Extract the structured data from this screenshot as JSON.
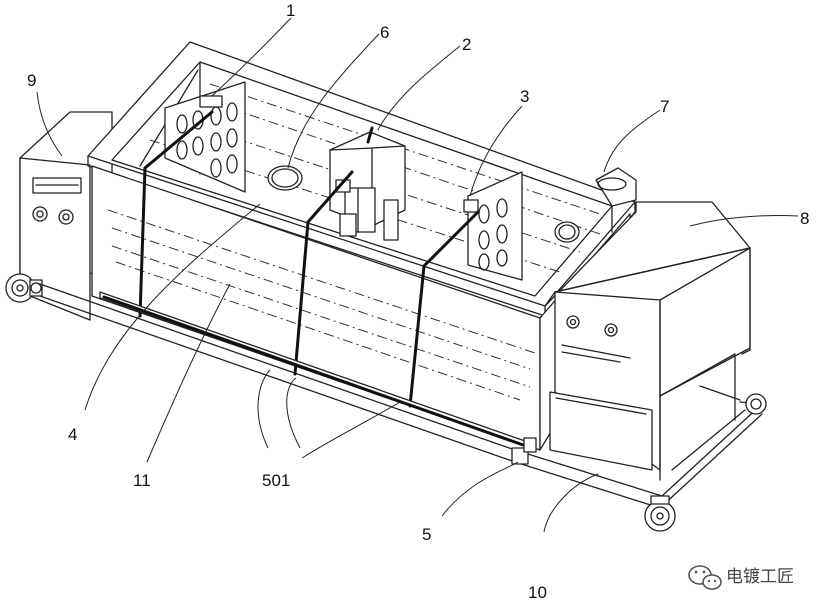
{
  "figure": {
    "labels": {
      "l1": "1",
      "l2": "2",
      "l3": "3",
      "l4": "4",
      "l5": "5",
      "l6": "6",
      "l7": "7",
      "l8": "8",
      "l9": "9",
      "l10": "10",
      "l11": "11",
      "l501": "501"
    }
  },
  "watermark": {
    "icon": "wechat-icon",
    "text": "电镀工匠"
  }
}
